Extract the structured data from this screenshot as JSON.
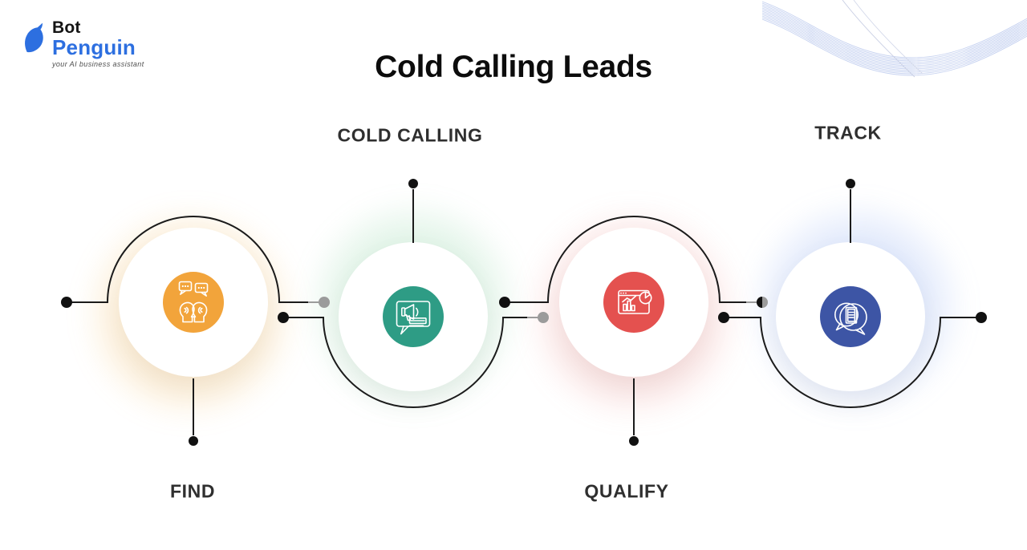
{
  "title": "Cold Calling Leads",
  "logo": {
    "line1": "Bot",
    "line2": "Penguin",
    "tagline": "your AI business assistant",
    "brand_color": "#2D6FE0"
  },
  "steps": [
    {
      "id": "find",
      "label": "FIND",
      "label_position": "below",
      "icon": "talking-heads-icon",
      "color": "#F2A43B",
      "glow_color": "#F6B246"
    },
    {
      "id": "cold-calling",
      "label": "COLD CALLING",
      "label_position": "above",
      "icon": "megaphone-chat-icon",
      "color": "#2E9C85",
      "glow_color": "#6EC88C"
    },
    {
      "id": "qualify",
      "label": "QUALIFY",
      "label_position": "below",
      "icon": "analytics-dashboard-icon",
      "color": "#E4514F",
      "glow_color": "#F07D78"
    },
    {
      "id": "track",
      "label": "TRACK",
      "label_position": "above",
      "icon": "chat-report-icon",
      "color": "#3D55A5",
      "glow_color": "#7DA0F0"
    }
  ],
  "connectors": {
    "line_color": "#1B1B1B",
    "node_dot_color": "#111111",
    "end_dot_color": "#9B9B9B"
  }
}
